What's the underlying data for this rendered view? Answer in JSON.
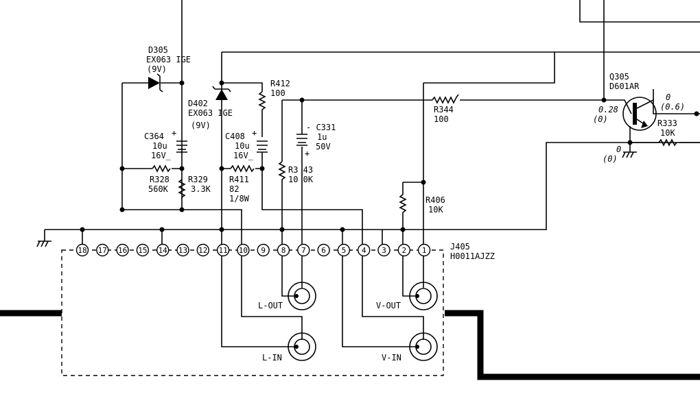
{
  "components": {
    "d305": {
      "ref": "D305",
      "part": "EX063 IGE",
      "rating": "(9V)"
    },
    "d402": {
      "ref": "D402",
      "part": "EX063 IGE",
      "rating": "(9V)"
    },
    "r412": {
      "ref": "R412",
      "value": "100"
    },
    "c331": {
      "ref": "- C331",
      "value": "1u",
      "voltage": "50V"
    },
    "r344": {
      "ref": "R344",
      "value": "100"
    },
    "q305": {
      "ref": "Q305",
      "part": "D601AR"
    },
    "r333": {
      "ref": "R333",
      "value": "10K"
    },
    "c364": {
      "ref": "C364",
      "value": "10u",
      "voltage": "16V_"
    },
    "c408": {
      "ref": "C408",
      "value": "10u",
      "voltage": "16V_"
    },
    "r328": {
      "ref": "R328",
      "value": "560K"
    },
    "r329": {
      "ref": "R329",
      "value": "3.3K"
    },
    "r411": {
      "ref": "R411",
      "value": "82",
      "power": "1/8W"
    },
    "r343": {
      "ref": "R3 43",
      "value": "10 0K"
    },
    "r406": {
      "ref": "R406",
      "value": "10K"
    }
  },
  "voltages": {
    "base": "0.28",
    "base_alt": "(0)",
    "collector": "0",
    "collector_alt": "(0.6)",
    "emitter": "0",
    "emitter_alt": "(0)"
  },
  "polarity": {
    "plus": "+"
  },
  "connector": {
    "ref": "J405",
    "part": "H0011AJZZ"
  },
  "pins": [
    "18",
    "17",
    "16",
    "15",
    "14",
    "13",
    "12",
    "11",
    "10",
    "9",
    "8",
    "7",
    "6",
    "5",
    "4",
    "3",
    "2",
    "1"
  ],
  "jacks": {
    "l_out": "L-OUT",
    "v_out": "V-OUT",
    "l_in": "L-IN",
    "v_in": "V-IN"
  }
}
